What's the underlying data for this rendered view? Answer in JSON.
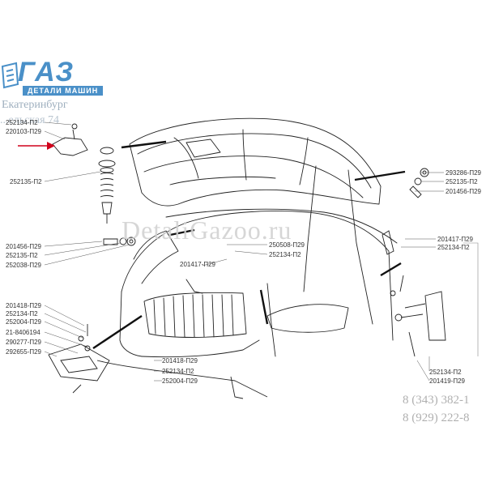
{
  "brand": {
    "logo": "ГАЗ",
    "tagline": "ДЕТАЛИ МАШИН",
    "city": "Екатеринбург",
    "street": "...ельская 74"
  },
  "watermark": "DetaliGazoo.ru",
  "phones": [
    "8 (343) 382-1",
    "8 (929) 222-8"
  ],
  "labels": {
    "tl1": "252134-П2",
    "tl2": "220103-П29",
    "tl3": "252135-П2",
    "ml1": "201456-П29",
    "ml2": "252135-П2",
    "ml3": "252038-П29",
    "ll1": "201418-П29",
    "ll2": "252134-П2",
    "ll3": "252004-П29",
    "ll4": "21-8406194",
    "ll5": "290277-П29",
    "ll6": "292655-П29",
    "c1": "250508-П29",
    "c2": "252134-П2",
    "c3": "201417-П29",
    "b1": "201418-П29",
    "b2": "252134-П2",
    "b3": "252004-П29",
    "tr1": "293286-П29",
    "tr2": "252135-П2",
    "tr3": "201456-П29",
    "r1": "201417-П29",
    "r2": "252134-П2",
    "r3": "252134-П2",
    "r4": "201419-П29"
  },
  "colors": {
    "accent": "#4a90c8",
    "arrow": "#d0021b",
    "line": "#222222"
  }
}
